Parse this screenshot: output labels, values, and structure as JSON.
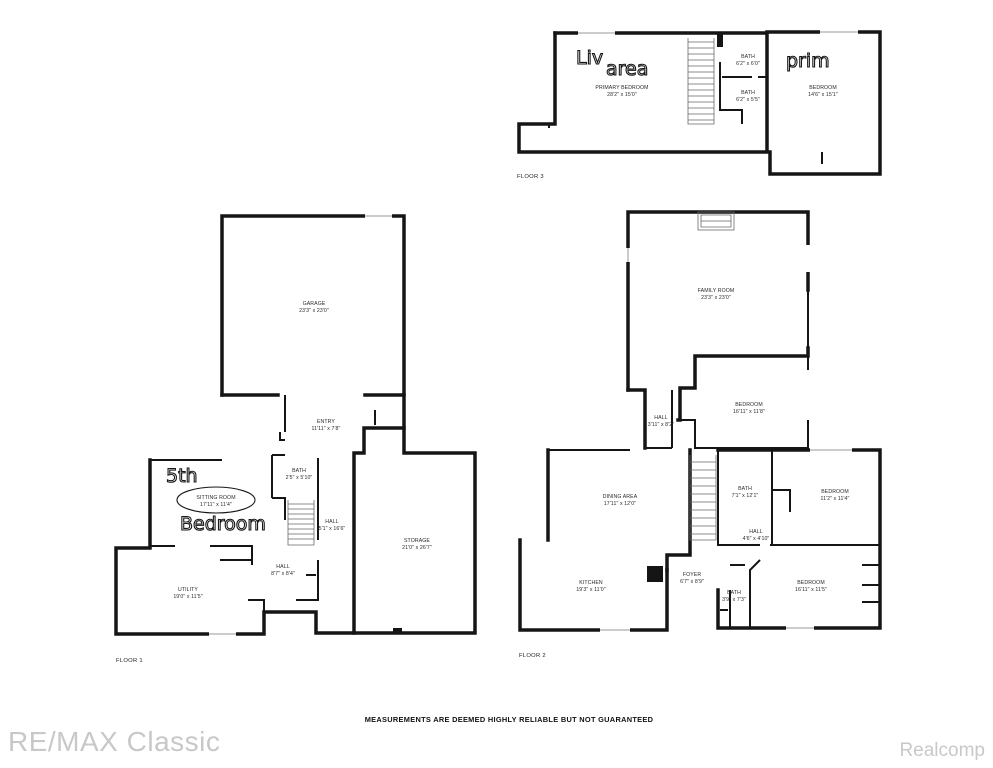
{
  "floors": [
    {
      "label": "FLOOR 3",
      "rooms": [
        {
          "name": "PRIMARY BEDROOM",
          "dim": "28'2\" x 15'0\""
        },
        {
          "name": "BATH",
          "dim": "6'2\" x 6'0\""
        },
        {
          "name": "BATH",
          "dim": "6'2\" x 5'5\""
        },
        {
          "name": "BEDROOM",
          "dim": "14'6\" x 15'1\""
        }
      ]
    },
    {
      "label": "FLOOR 1",
      "rooms": [
        {
          "name": "GARAGE",
          "dim": "23'3\" x 23'0\""
        },
        {
          "name": "ENTRY",
          "dim": "11'11\" x 7'8\""
        },
        {
          "name": "BATH",
          "dim": "2'5\" x 5'10\""
        },
        {
          "name": "SITTING ROOM",
          "dim": "17'11\" x 11'4\""
        },
        {
          "name": "HALL",
          "dim": "5'1\" x 16'6\""
        },
        {
          "name": "STORAGE",
          "dim": "21'0\" x 26'7\""
        },
        {
          "name": "HALL",
          "dim": "8'7\" x 8'4\""
        },
        {
          "name": "UTILITY",
          "dim": "19'0\" x 11'5\""
        }
      ]
    },
    {
      "label": "FLOOR 2",
      "rooms": [
        {
          "name": "FAMILY ROOM",
          "dim": "23'3\" x 23'0\""
        },
        {
          "name": "BEDROOM",
          "dim": "16'11\" x 11'8\""
        },
        {
          "name": "HALL",
          "dim": "3'11\" x 8'2\""
        },
        {
          "name": "DINING AREA",
          "dim": "17'11\" x 12'0\""
        },
        {
          "name": "BATH",
          "dim": "7'1\" x 12'1\""
        },
        {
          "name": "BEDROOM",
          "dim": "11'2\" x 11'4\""
        },
        {
          "name": "HALL",
          "dim": "4'6\" x 4'10\""
        },
        {
          "name": "KITCHEN",
          "dim": "19'3\" x 11'0\""
        },
        {
          "name": "FOYER",
          "dim": "6'7\" x 8'9\""
        },
        {
          "name": "BATH",
          "dim": "3'9\" x 7'3\""
        },
        {
          "name": "BEDROOM",
          "dim": "16'11\" x 11'5\""
        }
      ]
    }
  ],
  "handwriting": {
    "liv": "Liv",
    "area": "area",
    "prim": "prim",
    "fifth": "5th",
    "bedroom": "Bedroom"
  },
  "disclaimer": "MEASUREMENTS ARE DEEMED HIGHLY RELIABLE BUT NOT GUARANTEED",
  "watermarks": {
    "left": "RE/MAX Classic",
    "right": "Realcomp"
  }
}
